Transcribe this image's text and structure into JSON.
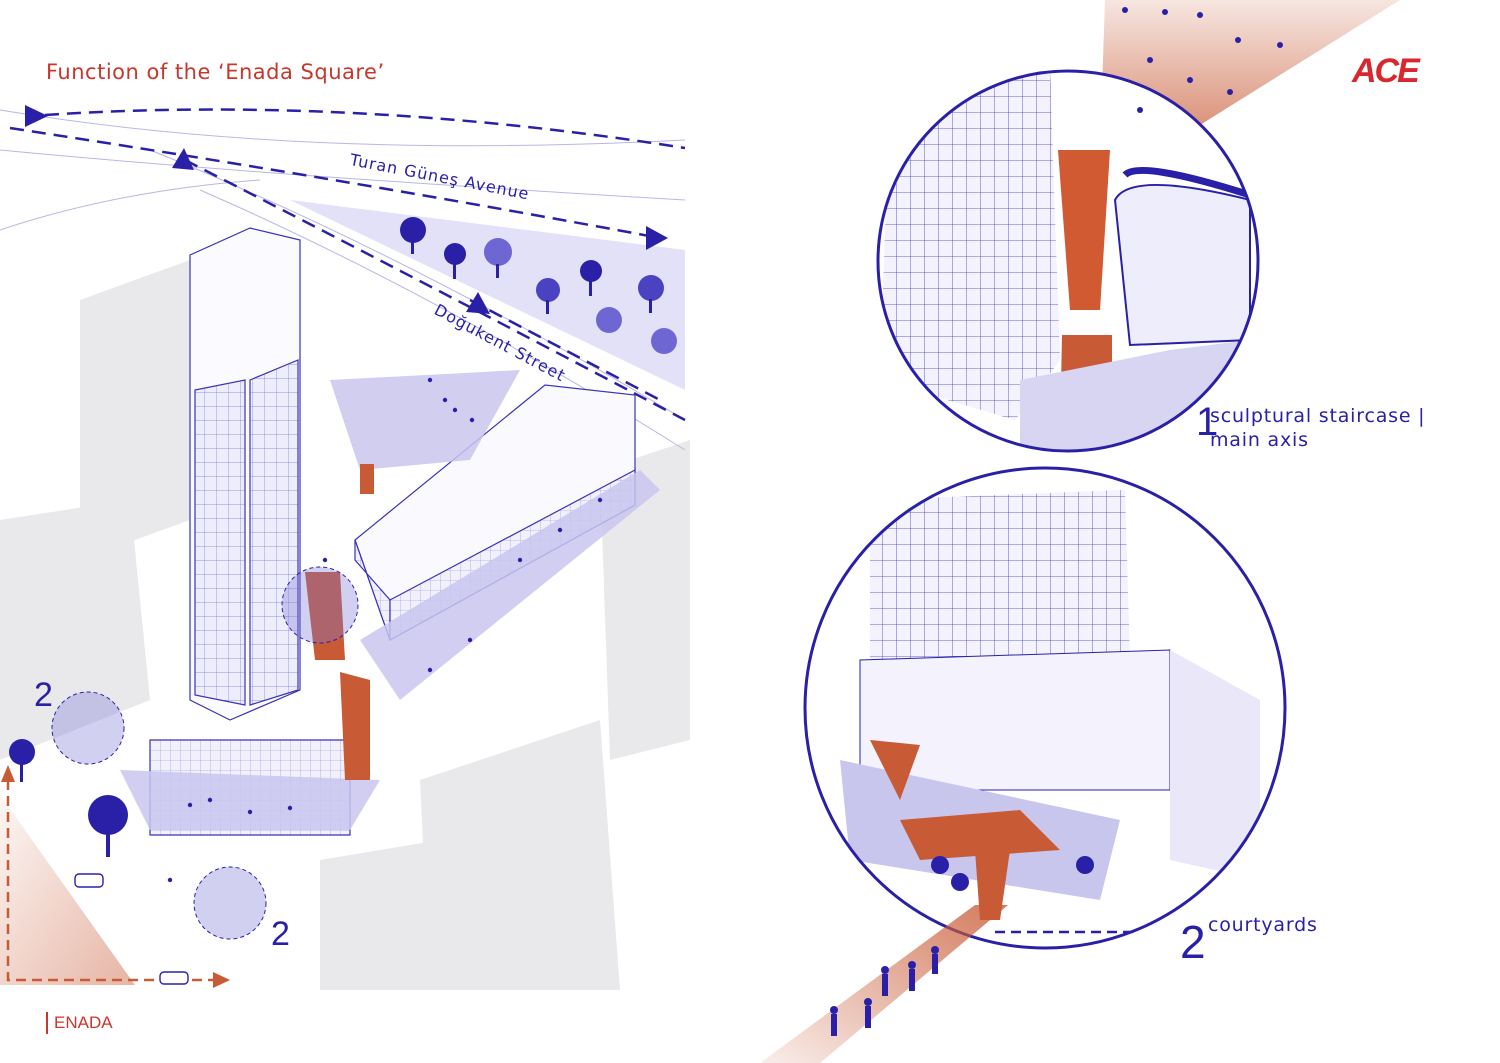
{
  "page": {
    "title": "Function of the ‘Enada Square’",
    "logo": "ACE",
    "footer": "ENADA"
  },
  "streets": {
    "avenue": "Turan Güneş Avenue",
    "street": "Doğukent Street"
  },
  "markers": {
    "courtyard_left": "2",
    "courtyard_bottom": "2"
  },
  "details": [
    {
      "number": "1",
      "caption_line1": "sculptural staircase |",
      "caption_line2": "main axis"
    },
    {
      "number": "2",
      "caption_line1": "courtyards"
    }
  ],
  "colors": {
    "accent_red": "#c8372b",
    "ink_blue": "#2a20a8",
    "fill_lavender": "#c9c6ee",
    "terracotta": "#c85a35"
  }
}
